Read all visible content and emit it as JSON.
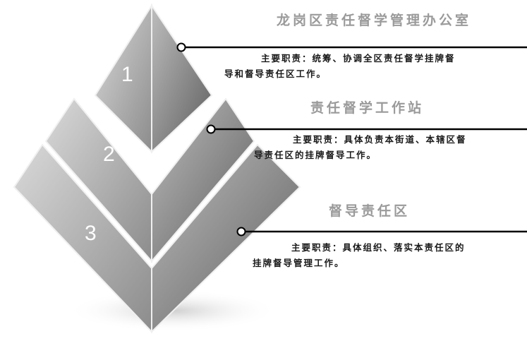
{
  "tiers": [
    {
      "number": "1",
      "title": "龙岗区责任督学管理办公室",
      "desc_line1": "主要职责：统筹、协调全区责任督学挂牌督",
      "desc_line2": "导和督导责任区工作。"
    },
    {
      "number": "2",
      "title": "责任督学工作站",
      "desc_line1": "主要职责：具体负责本街道、本辖区督",
      "desc_line2": "导责任区的挂牌督导工作。"
    },
    {
      "number": "3",
      "title": "督导责任区",
      "desc_line1": "主要职责：具体组织、落实本责任区的",
      "desc_line2": "挂牌督导管理工作。"
    }
  ],
  "colors": {
    "face_light": "#d4d4d4",
    "face_mid": "#a8a8a8",
    "face_dark": "#6e6e6e",
    "connector": "#000000",
    "title_gray": "#9a9a9a"
  }
}
